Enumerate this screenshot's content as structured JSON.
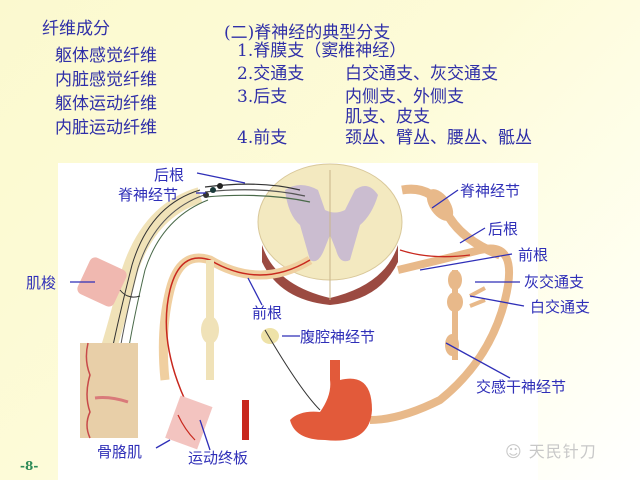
{
  "fiber_components": {
    "title": "纤维成分",
    "items": [
      "躯体感觉纤维",
      "内脏感觉纤维",
      "躯体运动纤维",
      "内脏运动纤维"
    ]
  },
  "branches": {
    "title": "(二)脊神经的典型分支",
    "items": [
      {
        "number": "1.",
        "name": "脊膜支（窦椎神经）",
        "detail": ""
      },
      {
        "number": "2.",
        "name": "交通支",
        "detail": "白交通支、灰交通支"
      },
      {
        "number": "3.",
        "name": "后支",
        "detail": "内侧支、外侧支"
      },
      {
        "number": "",
        "name": "",
        "detail": "肌支、皮支"
      },
      {
        "number": "4.",
        "name": "前支",
        "detail": "颈丛、臂丛、腰丛、骶丛"
      }
    ]
  },
  "diagram_labels": {
    "posterior_root_left": "后根",
    "spinal_ganglion_left": "脊神经节",
    "muscle_spindle": "肌梭",
    "anterior_root_left": "前根",
    "celiac_ganglion": "腹腔神经节",
    "skeletal_muscle": "骨胳肌",
    "motor_end_plate": "运动终板",
    "spinal_ganglion_right": "脊神经节",
    "posterior_root_right": "后根",
    "anterior_root_right": "前根",
    "gray_ramus": "灰交通支",
    "white_ramus": "白交通支",
    "sympathetic_trunk_ganglion": "交感干神经节"
  },
  "footer": {
    "page_number": "-8-",
    "watermark": "天民针刀"
  },
  "colors": {
    "text_blue": "#2f2fa8",
    "nerve_tan": "#e8b98a",
    "cord_cream": "#f3e9c0",
    "gray_matter": "#cbbdd0",
    "motor_red": "#c8281e"
  }
}
